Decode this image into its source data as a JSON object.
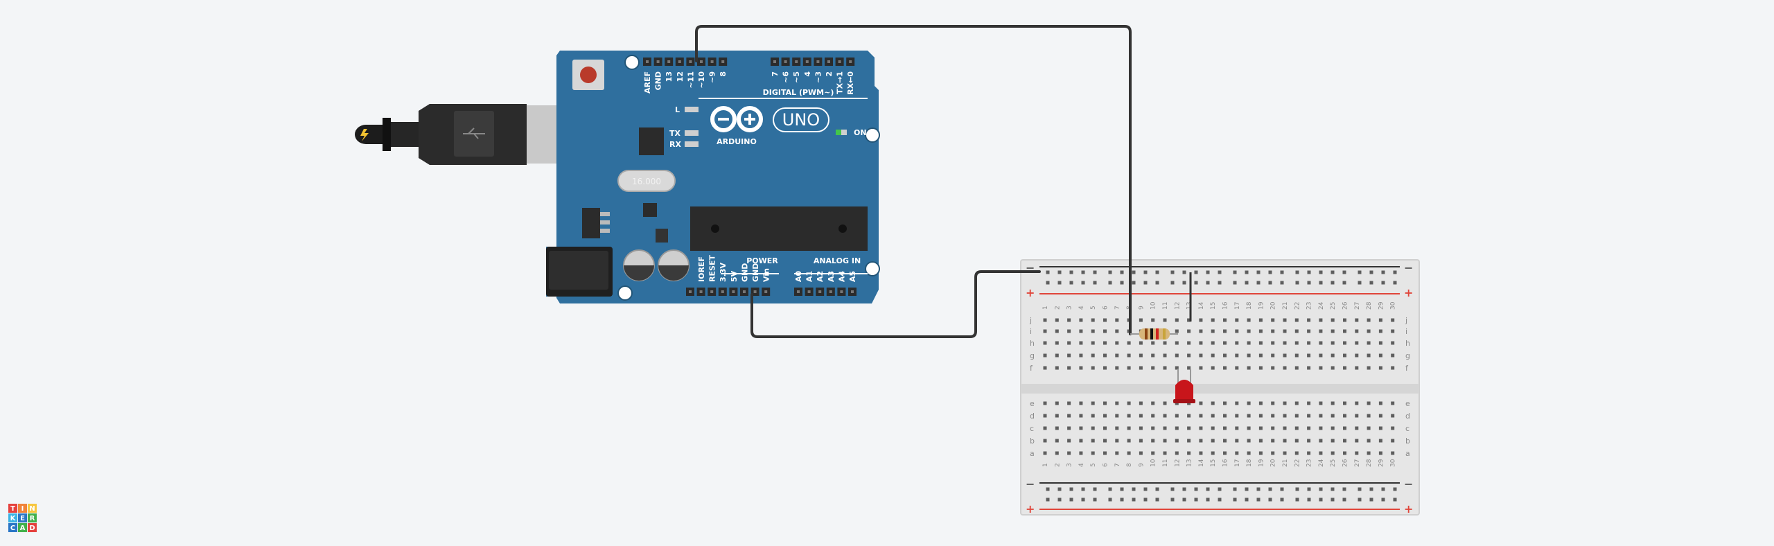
{
  "logo": {
    "letters": [
      "T",
      "I",
      "N",
      "K",
      "E",
      "R",
      "C",
      "A",
      "D"
    ],
    "colors": [
      "#e5413e",
      "#f0833a",
      "#f7c63f",
      "#3bb3e5",
      "#2a76c6",
      "#42b14b",
      "#2a76c6",
      "#42b14b",
      "#e5413e"
    ]
  },
  "arduino": {
    "brand": "ARDUINO",
    "model": "UNO",
    "digital_label": "DIGITAL (PWM~)",
    "power_label": "POWER",
    "analog_label": "ANALOG IN",
    "on_label": "ON",
    "led_l": "L",
    "led_tx": "TX",
    "led_rx": "RX",
    "top_pins": [
      "AREF",
      "GND",
      "13",
      "12",
      "~11",
      "~10",
      "~9",
      "8",
      "7",
      "~6",
      "~5",
      "4",
      "~3",
      "2",
      "TX→1",
      "RX←0"
    ],
    "power_pins": [
      "IOREF",
      "RESET",
      "3.3V",
      "5V",
      "GND",
      "GND",
      "Vin"
    ],
    "analog_pins": [
      "A0",
      "A1",
      "A2",
      "A3",
      "A4",
      "A5"
    ],
    "crystal_label": "16.000"
  },
  "breadboard": {
    "rail_plus": "+",
    "rail_minus": "−",
    "rows_top": [
      "j",
      "i",
      "h",
      "g",
      "f"
    ],
    "rows_bottom": [
      "e",
      "d",
      "c",
      "b",
      "a"
    ],
    "columns": 30
  },
  "colors": {
    "board_blue": "#2f6f9e",
    "wire": "#333333",
    "led": "#c8151b",
    "breadboard": "#e6e6e6"
  }
}
